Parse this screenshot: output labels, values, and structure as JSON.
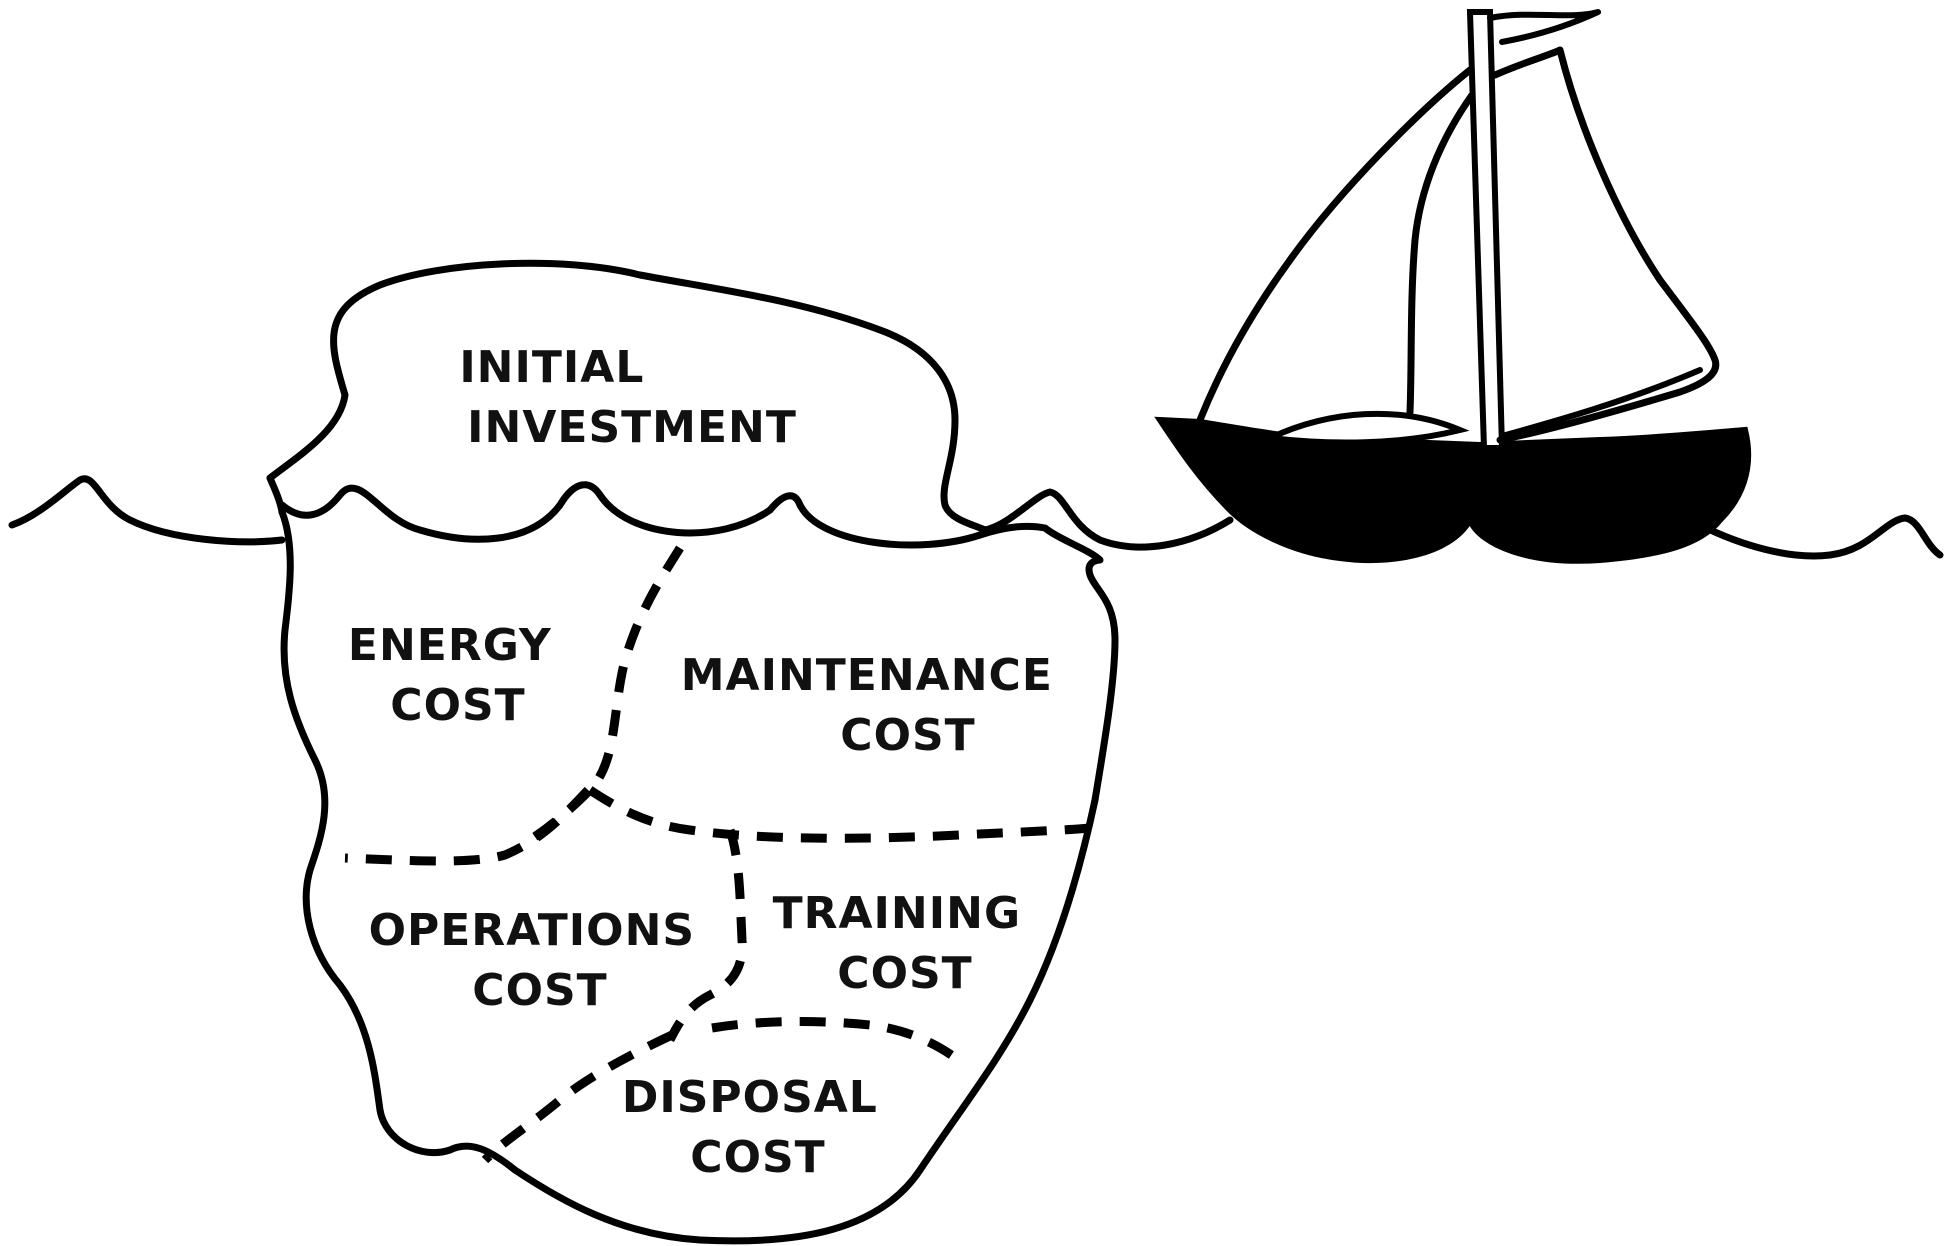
{
  "diagram": {
    "labels": {
      "initial_investment": [
        "INITIAL",
        "INVESTMENT"
      ],
      "energy_cost": [
        "ENERGY",
        "COST"
      ],
      "maintenance_cost": [
        "MAINTENANCE",
        "COST"
      ],
      "operations_cost": [
        "OPERATIONS",
        "COST"
      ],
      "training_cost": [
        "TRAINING",
        "COST"
      ],
      "disposal_cost": [
        "DISPOSAL",
        "COST"
      ]
    },
    "colors": {
      "ink": "#000000",
      "background": "#ffffff"
    },
    "icons": [
      "iceberg-icon",
      "sailboat-icon",
      "water-wave-icon"
    ]
  }
}
